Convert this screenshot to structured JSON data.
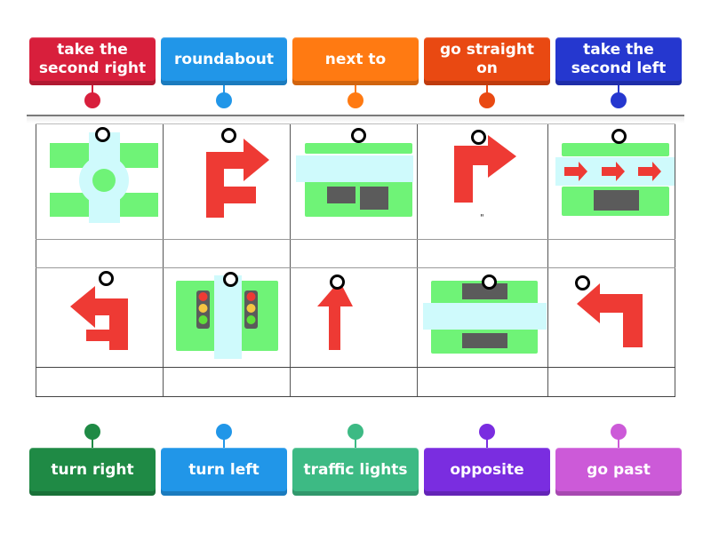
{
  "colors": {
    "red_arrow": "#ee3a34",
    "green": "#6ff377",
    "road": "#cffafc",
    "building": "#5b5b5b"
  },
  "top_labels": [
    {
      "id": "take-the-second-right",
      "lines": [
        "take the",
        "second right"
      ],
      "color": "#d81f3c",
      "pin": "#d81f3c"
    },
    {
      "id": "roundabout",
      "lines": [
        "roundabout"
      ],
      "color": "#2196e8",
      "pin": "#2196e8"
    },
    {
      "id": "next-to",
      "lines": [
        "next to"
      ],
      "color": "#ff7a12",
      "pin": "#ff7a12"
    },
    {
      "id": "go-straight-on",
      "lines": [
        "go straight",
        "on"
      ],
      "color": "#e94912",
      "pin": "#e94912"
    },
    {
      "id": "take-the-second-left",
      "lines": [
        "take the",
        "second left"
      ],
      "color": "#2537cf",
      "pin": "#2537cf"
    }
  ],
  "bottom_labels": [
    {
      "id": "turn-right",
      "lines": [
        "turn right"
      ],
      "color": "#1f8a45",
      "pin": "#1f8a45"
    },
    {
      "id": "turn-left",
      "lines": [
        "turn left"
      ],
      "color": "#2196e8",
      "pin": "#2196e8"
    },
    {
      "id": "traffic-lights",
      "lines": [
        "traffic lights"
      ],
      "color": "#3dba84",
      "pin": "#3dba84"
    },
    {
      "id": "opposite",
      "lines": [
        "opposite"
      ],
      "color": "#7a2de0",
      "pin": "#7a2de0"
    },
    {
      "id": "go-past",
      "lines": [
        "go past"
      ],
      "color": "#cc5ad8",
      "pin": "#cc5ad8"
    }
  ],
  "grid": {
    "row1_images": [
      "roundabout-image",
      "second-right-arrow-image",
      "next-to-image",
      "turn-right-arrow-image",
      "go-past-image"
    ],
    "row2_images": [
      "second-left-arrow-image",
      "traffic-lights-image",
      "straight-on-arrow-image",
      "opposite-image",
      "turn-left-arrow-image"
    ],
    "stray_mark": "\""
  }
}
